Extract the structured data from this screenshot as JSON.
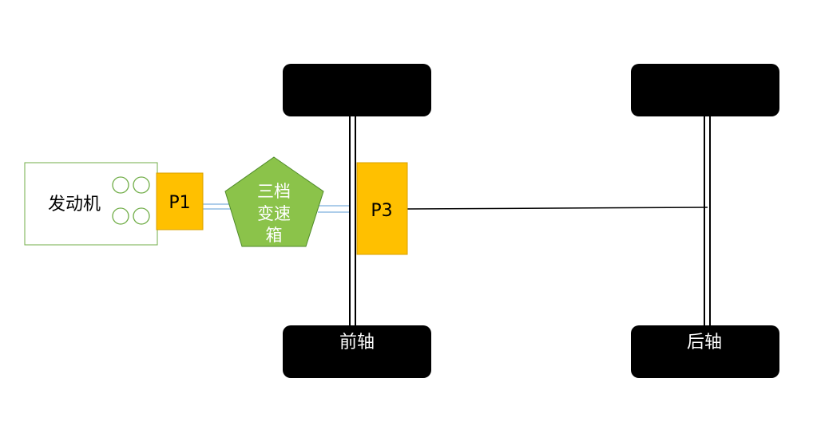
{
  "engine": {
    "label": "发动机"
  },
  "p1": {
    "label": "P1"
  },
  "gearbox": {
    "line1": "三档",
    "line2": "变速",
    "line3": "箱"
  },
  "p3": {
    "label": "P3"
  },
  "front_axle": {
    "label": "前轴"
  },
  "rear_axle": {
    "label": "后轴"
  },
  "colors": {
    "motor_fill": "#FFC000",
    "motor_stroke": "#D8A000",
    "gearbox_fill": "#8BC34A",
    "gearbox_stroke": "#4F8A2A",
    "engine_stroke": "#70AD47",
    "wheel_fill": "#000000",
    "shaft_stroke": "#000000",
    "link_stroke": "#5B9BD5"
  },
  "icons": [
    "engine-cylinder-icon"
  ]
}
